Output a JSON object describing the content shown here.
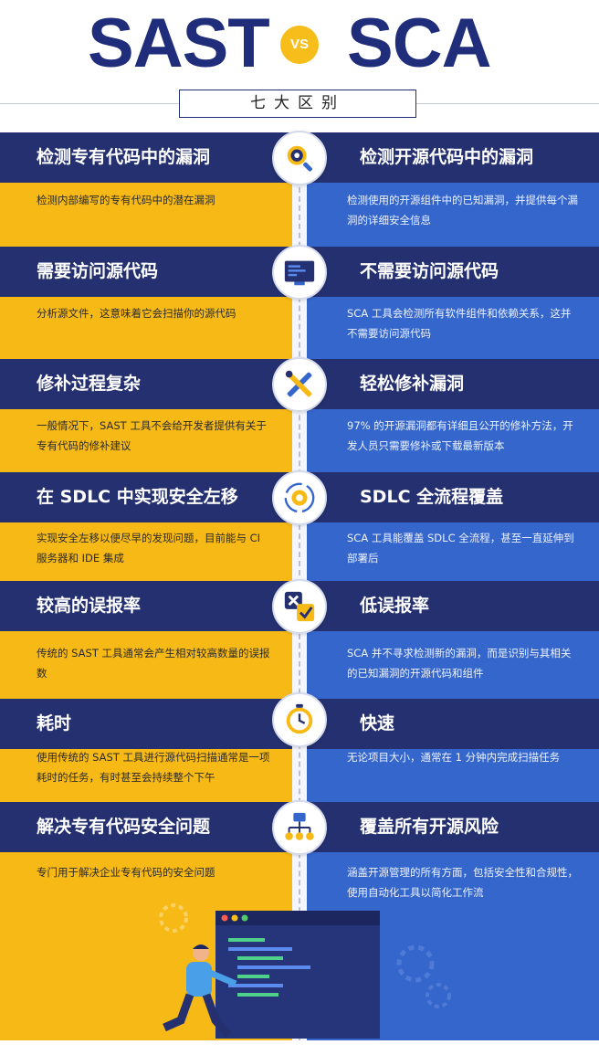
{
  "header": {
    "left_title": "SAST",
    "vs": "VS",
    "right_title": "SCA",
    "subtitle": "七大区别"
  },
  "colors": {
    "navy": "#24306f",
    "title_navy": "#1f2d7a",
    "yellow": "#f7b916",
    "blue": "#3566cc"
  },
  "rows": [
    {
      "icon": "magnifier-gear-icon",
      "left_title": "检测专有代码中的漏洞",
      "left_desc": "检测内部编写的专有代码中的潜在漏洞",
      "right_title": "检测开源代码中的漏洞",
      "right_desc": "检测使用的开源组件中的已知漏洞，并提供每个漏洞的详细安全信息"
    },
    {
      "icon": "code-screen-icon",
      "left_title": "需要访问源代码",
      "left_desc": "分析源文件，这意味着它会扫描你的源代码",
      "right_title": "不需要访问源代码",
      "right_desc": "SCA 工具会检测所有软件组件和依赖关系，这并不需要访问源代码"
    },
    {
      "icon": "wrench-screwdriver-icon",
      "left_title": "修补过程复杂",
      "left_desc": "一般情况下，SAST 工具不会给开发者提供有关于专有代码的修补建议",
      "right_title": "轻松修补漏洞",
      "right_desc": "97% 的开源漏洞都有详细且公开的修补方法，开发人员只需要修补或下载最新版本"
    },
    {
      "icon": "gear-cycle-icon",
      "left_title": "在 SDLC 中实现安全左移",
      "left_desc": "实现安全左移以便尽早的发现问题，目前能与 CI 服务器和 IDE 集成",
      "right_title": "SDLC 全流程覆盖",
      "right_desc": "SCA 工具能覆盖 SDLC 全流程，甚至一直延伸到部署后"
    },
    {
      "icon": "cross-check-icon",
      "left_title": "较高的误报率",
      "left_desc": "传统的 SAST 工具通常会产生相对较高数量的误报数",
      "right_title": "低误报率",
      "right_desc": "SCA 并不寻求检测新的漏洞，而是识别与其相关的已知漏洞的开源代码和组件"
    },
    {
      "icon": "clock-icon",
      "left_title": "耗时",
      "left_desc": "使用传统的 SAST 工具进行源代码扫描通常是一项耗时的任务，有时甚至会持续整个下午",
      "right_title": "快速",
      "right_desc": "无论项目大小，通常在 1 分钟内完成扫描任务"
    },
    {
      "icon": "network-flow-icon",
      "left_title": "解决专有代码安全问题",
      "left_desc": "专门用于解决企业专有代码的安全问题",
      "right_title": "覆盖所有开源风险",
      "right_desc": "涵盖开源管理的所有方面，包括安全性和合规性，使用自动化工具以简化工作流"
    }
  ]
}
